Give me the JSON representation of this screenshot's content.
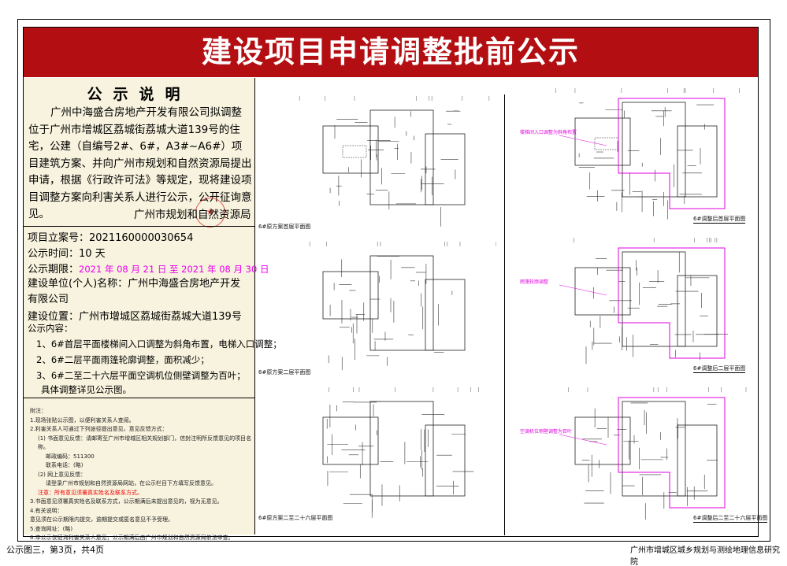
{
  "title": "建设项目申请调整批前公示",
  "notice": {
    "heading": "公示说明",
    "body": "广州中海盛合房地产开发有限公司拟调整位于广州市增城区荔城街荔城大道139号的住宅，公建（自编号2#、6#，A3#~A6#）项目建筑方案、并向广州市规划和自然资源局提出申请，根据《行政许可法》等规定，现将建设项目调整方案向利害关系人进行公示，公开征询意见。",
    "org": "广州市规划和自然资源局"
  },
  "info": {
    "case_no_label": "项目立案号：",
    "case_no": "2021160000030654",
    "duration_label": "公示时间：",
    "duration": "10 天",
    "period_label": "公示期限：",
    "period": "2021 年 08 月 21 日 至 2021 年 08 月 30 日",
    "unit_label": "建设单位(个人)名称：",
    "unit": "广州中海盛合房地产开发有限公司",
    "location_label": "建设位置：",
    "location": "广州市增城区荔城街荔城大道139号",
    "content_label": "公示内容：",
    "items": [
      "1、6#首层平面楼梯间入口调整为斜角布置，电梯入口调整；",
      "2、6#二层平面雨篷轮廓调整，面积减少；",
      "3、6#二至二十六层平面空调机位侧壁调整为百叶；",
      "具体调整详见公示图。"
    ]
  },
  "notes": {
    "heading": "附注：",
    "lines": [
      "1.现场张贴公示图，以便利害关系人查阅。",
      "2.利害关系人可通过下列途径提出意见，意见反馈方式：",
      "(1) 书面意见反馈：请邮寄至广州市增城区相关规划部门，信封注明所反馈意见的项目名称。",
      "邮政编码：511300",
      "联系电话：(略)",
      "(2) 网上意见反馈：",
      "请登录广州市规划和自然资源局网站，在公示栏目下方填写反馈意见。",
      "注意：所有意见须署真实姓名及联系方式。",
      "3.书面意见须署真实姓名及联系方式，公示期满后未提出意见的，视为无意见。",
      "4.有关说明：",
      "意见须在公示期限内提交，逾期提交或匿名意见不予受理。",
      "5.查询网址：(略)",
      "6.本公示仅征询利害关系人意见，公示期满后由广州市规划和自然资源局依法审查。"
    ]
  },
  "plans": [
    {
      "label": "6#原方案首层平面图",
      "highlight": false
    },
    {
      "label": "6#调整后首层平面图",
      "highlight": true,
      "note": "楼梯间入口调整为斜角布置"
    },
    {
      "label": "6#原方案二层平面图",
      "highlight": false
    },
    {
      "label": "6#调整后二层平面图",
      "highlight": true,
      "note": "雨篷轮廓调整"
    },
    {
      "label": "6#原方案二至二十六层平面图",
      "highlight": false
    },
    {
      "label": "6#调整后二至二十六层平面图",
      "highlight": true,
      "note": "空调机位侧壁调整为百叶"
    }
  ],
  "footer": {
    "page": "公示图三，第3页，共4页",
    "institute": "广州市增城区城乡规划与测绘地理信息研究院"
  },
  "colors": {
    "title_bg": "#b30f12",
    "panel_bg": "#f7f3de",
    "highlight": "#e000e0",
    "stamp": "#dd3333"
  }
}
